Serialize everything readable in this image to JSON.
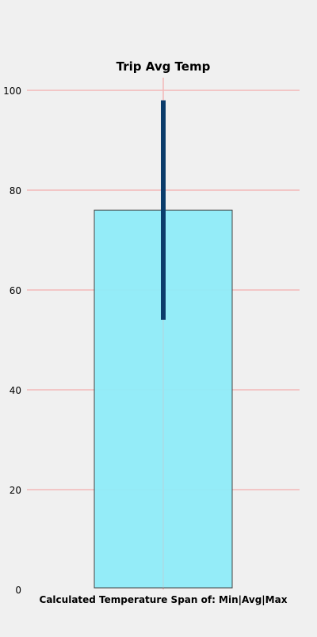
{
  "chart_data": {
    "type": "bar",
    "title": "Trip Avg Temp",
    "xlabel": "Calculated Temperature Span of: Min|Avg|Max",
    "ylabel": "",
    "ylim": [
      0,
      103
    ],
    "yticks": [
      0,
      20,
      40,
      60,
      80,
      100
    ],
    "grid": true,
    "categories": [
      ""
    ],
    "values": [
      76
    ],
    "error_bar": {
      "min": 54,
      "max": 98
    },
    "colors": {
      "bar_fill": "#8eebf8",
      "bar_edge": "#444444",
      "error_bar": "#0b3c6b",
      "grid": "#f2b8b8",
      "background": "#f0f0f0",
      "text": "#000000"
    }
  }
}
